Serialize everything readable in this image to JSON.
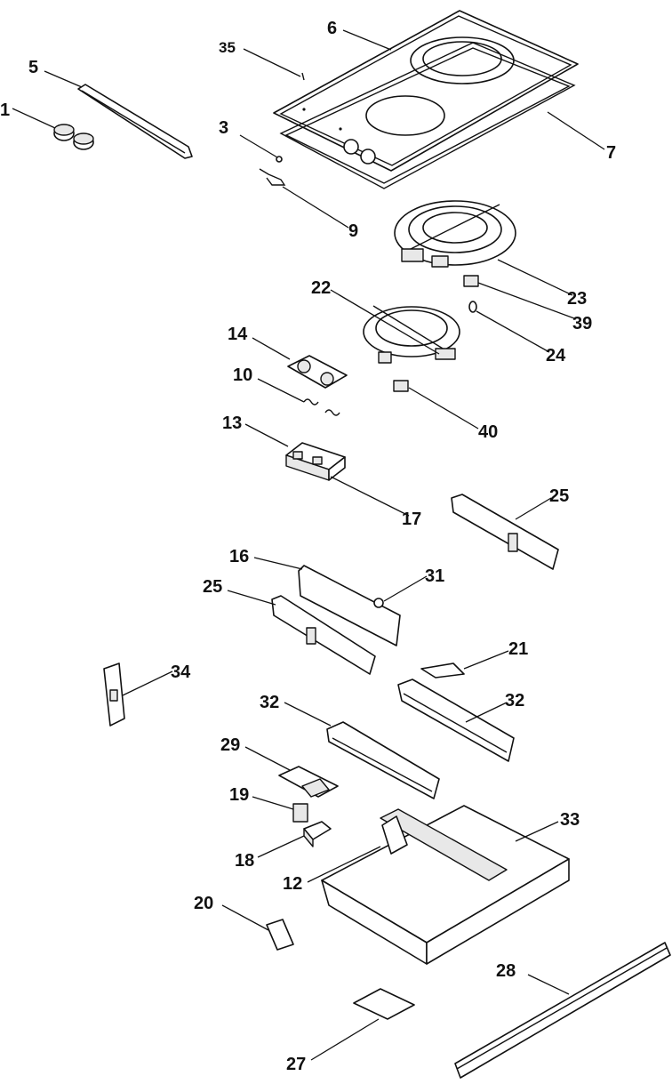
{
  "diagram": {
    "callouts": [
      "1",
      "3",
      "5",
      "6",
      "7",
      "9",
      "10",
      "12",
      "13",
      "14",
      "16",
      "17",
      "18",
      "19",
      "20",
      "21",
      "22",
      "23",
      "24",
      "25",
      "27",
      "28",
      "29",
      "31",
      "32",
      "33",
      "34",
      "35",
      "39",
      "40"
    ]
  }
}
